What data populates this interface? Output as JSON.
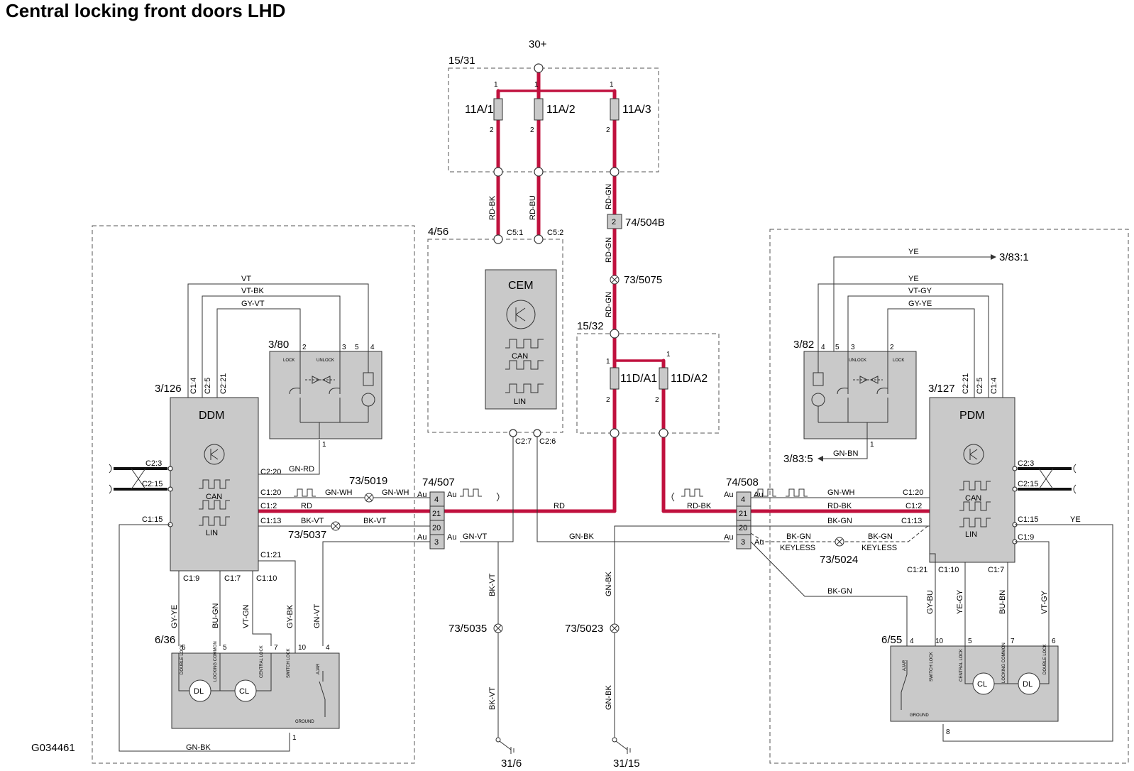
{
  "title": "Central locking front doors LHD",
  "diagram_id": "G034461",
  "supply": "30+",
  "grounds": [
    "31/6",
    "31/15"
  ],
  "boxes": {
    "fusebox_main": "15/31",
    "cem_box": "4/56",
    "fusebox_2": "15/32"
  },
  "fuses": [
    "11A/1",
    "11A/2",
    "11A/3",
    "11D/A1",
    "11D/A2"
  ],
  "modules": {
    "ddm": {
      "name": "DDM",
      "ref": "3/126",
      "can": "CAN",
      "lin": "LIN"
    },
    "pdm": {
      "name": "PDM",
      "ref": "3/127",
      "can": "CAN",
      "lin": "LIN"
    },
    "cem": {
      "name": "CEM",
      "can": "CAN",
      "lin": "LIN"
    }
  },
  "switches": {
    "left": {
      "ref": "3/80",
      "lock": "LOCK",
      "unlock": "UNLOCK"
    },
    "right": {
      "ref": "3/82",
      "lock": "LOCK",
      "unlock": "UNLOCK"
    }
  },
  "lock_units": {
    "left": {
      "ref": "6/36"
    },
    "right": {
      "ref": "6/55"
    },
    "labels": {
      "double_lock": "DOUBLE LOCK",
      "locking_common": "LOCKING COMMON",
      "central_lock": "CENTRAL LOCK",
      "switch_lock": "SWITCH LOCK",
      "ajar": "AJAR",
      "ground": "GROUND",
      "dl": "DL",
      "cl": "CL"
    }
  },
  "connectors": {
    "left": "74/507",
    "right": "74/508",
    "pins": [
      "4",
      "21",
      "20",
      "3"
    ],
    "au": "Au",
    "mid": "74/504B",
    "mid_pin": "2"
  },
  "splices": [
    "73/5075",
    "73/5019",
    "73/5037",
    "73/5024",
    "73/5035",
    "73/5023"
  ],
  "external_refs": [
    "3/83:1",
    "3/83:5"
  ],
  "keyless": "KEYLESS",
  "wire_colors": {
    "rd": "RD",
    "rd_bk": "RD-BK",
    "rd_bu": "RD-BU",
    "rd_gn": "RD-GN",
    "gn_wh": "GN-WH",
    "bk_vt": "BK-VT",
    "gn_vt": "GN-VT",
    "gn_bk": "GN-BK",
    "bk_gn": "BK-GN",
    "gn_rd": "GN-RD",
    "gn_bn": "GN-BN",
    "vt": "VT",
    "vt_bk": "VT-BK",
    "gy_vt": "GY-VT",
    "ye": "YE",
    "vt_gy": "VT-GY",
    "gy_ye": "GY-YE",
    "bu_gn": "BU-GN",
    "vt_gn": "VT-GN",
    "gy_bk": "GY-BK",
    "gy_bu": "GY-BU",
    "ye_gy": "YE-GY",
    "bu_bn": "BU-BN"
  },
  "pins": {
    "c5_1": "C5:1",
    "c5_2": "C5:2",
    "c2_7": "C2:7",
    "c2_6": "C2:6",
    "c1_4": "C1:4",
    "c2_5": "C2:5",
    "c2_21": "C2:21",
    "c2_20": "C2:20",
    "c2_3": "C2:3",
    "c2_15": "C2:15",
    "c1_20": "C1:20",
    "c1_2": "C1:2",
    "c1_13": "C1:13",
    "c1_15": "C1:15",
    "c1_21": "C1:21",
    "c1_9": "C1:9",
    "c1_7": "C1:7",
    "c1_10": "C1:10",
    "n1": "1",
    "n2": "2",
    "n3": "3",
    "n4": "4",
    "n5": "5",
    "n6": "6",
    "n7": "7",
    "n8": "8",
    "n10": "10"
  },
  "colors": {
    "power": "#c0113e",
    "module": "#c9c9c9",
    "wire": "#333333"
  }
}
